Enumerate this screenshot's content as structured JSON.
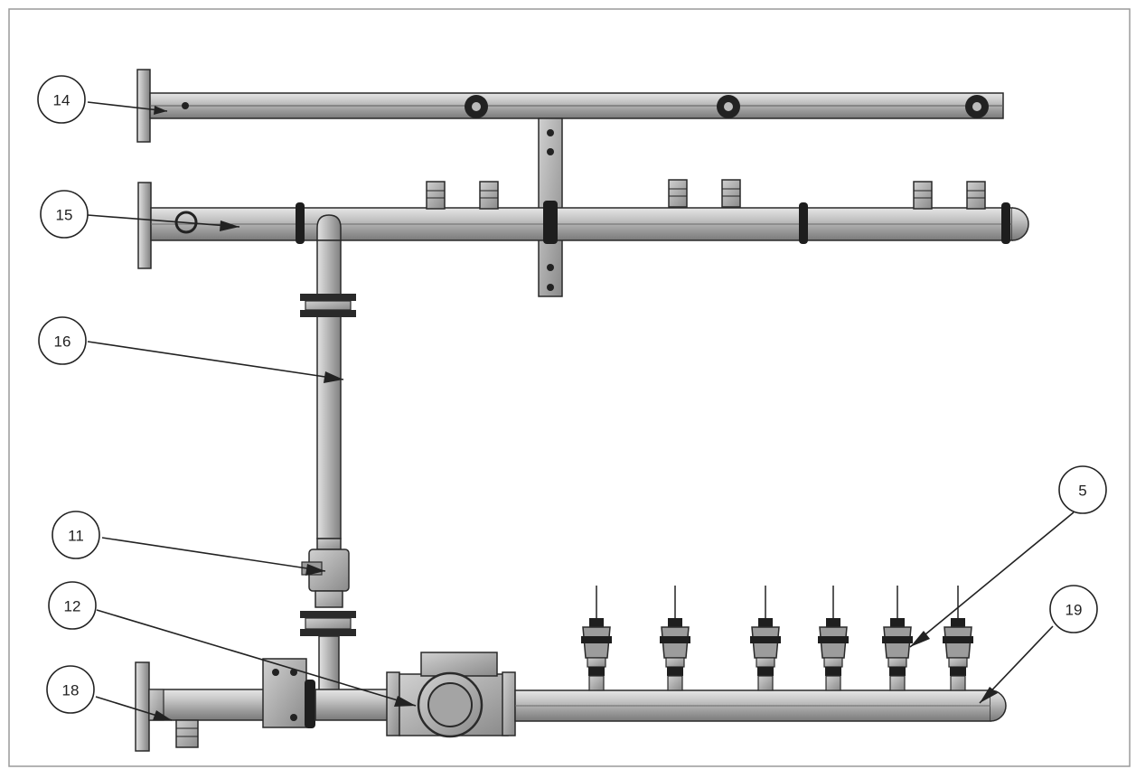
{
  "callouts": {
    "c14": "14",
    "c15": "15",
    "c16": "16",
    "c11": "11",
    "c12": "12",
    "c18": "18",
    "c5": "5",
    "c19": "19"
  },
  "colors": {
    "pipe": "#b9b9b9",
    "pipe_dark": "#6e6e6e",
    "outline": "#2a2a2a",
    "background": "#ffffff"
  }
}
